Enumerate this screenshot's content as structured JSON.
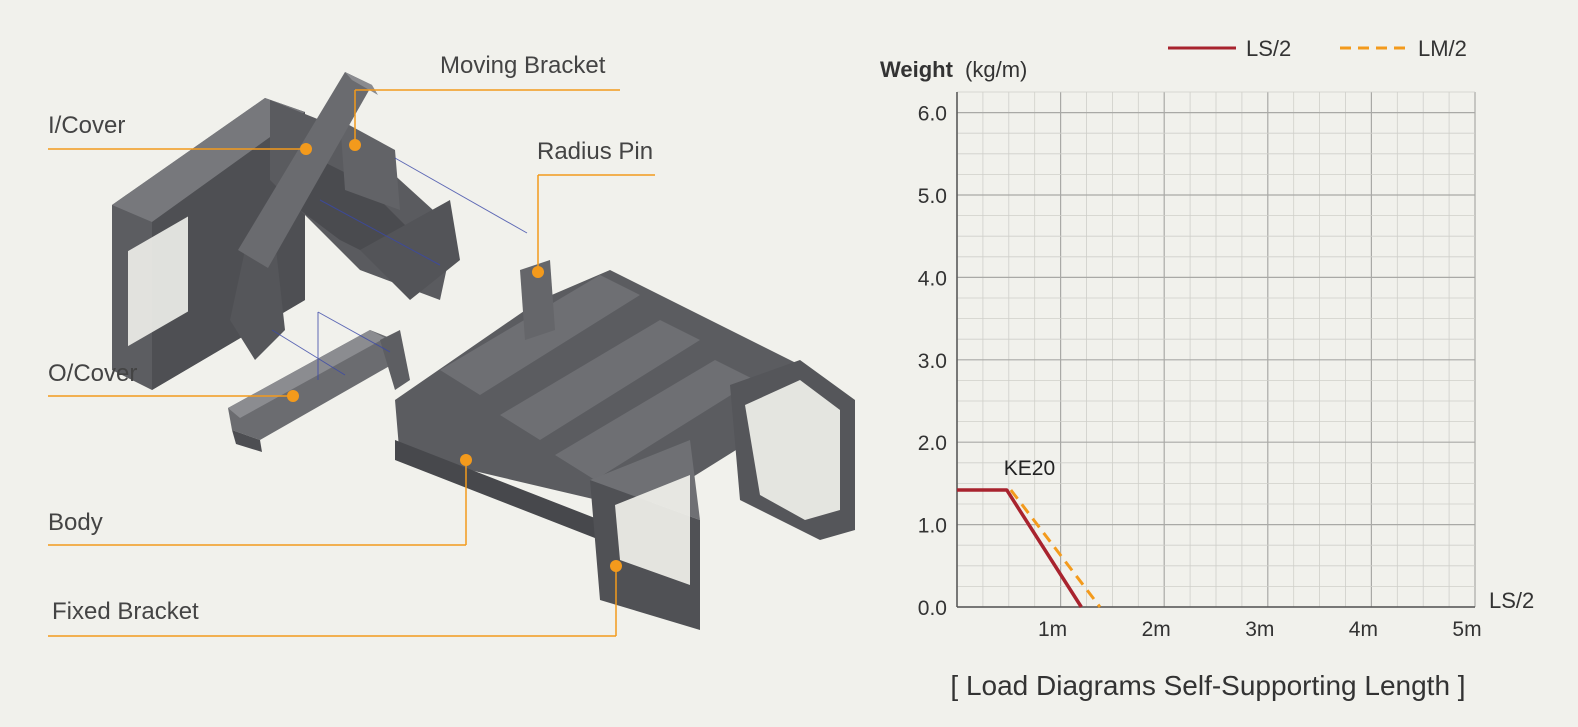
{
  "diagram": {
    "callouts": [
      {
        "id": "moving-bracket",
        "label": "Moving Bracket"
      },
      {
        "id": "i-cover",
        "label": "I/Cover"
      },
      {
        "id": "radius-pin",
        "label": "Radius Pin"
      },
      {
        "id": "o-cover",
        "label": "O/Cover"
      },
      {
        "id": "body",
        "label": "Body"
      },
      {
        "id": "fixed-bracket",
        "label": "Fixed Bracket"
      }
    ]
  },
  "colors": {
    "accent": "#f39a1c",
    "ls2": "#a8232e",
    "lm2": "#f39a1c",
    "part": "#5f6064",
    "grid_major": "#a9a9a6",
    "grid_minor": "#cfcfca",
    "background": "#f1f1ec"
  },
  "chart_data": {
    "type": "line",
    "ylabel_bold": "Weight",
    "ylabel_unit": "(kg/m)",
    "xlabel": "LS/2",
    "ylim": [
      0,
      6.25
    ],
    "xlim": [
      0,
      5
    ],
    "y_ticks": [
      {
        "value": 0,
        "label": "0.0"
      },
      {
        "value": 1,
        "label": "1.0"
      },
      {
        "value": 2,
        "label": "2.0"
      },
      {
        "value": 3,
        "label": "3.0"
      },
      {
        "value": 4,
        "label": "4.0"
      },
      {
        "value": 5,
        "label": "5.0"
      },
      {
        "value": 6,
        "label": "6.0"
      }
    ],
    "x_ticks": [
      {
        "value": 1,
        "label": "1m"
      },
      {
        "value": 2,
        "label": "2m"
      },
      {
        "value": 3,
        "label": "3m"
      },
      {
        "value": 4,
        "label": "4m"
      },
      {
        "value": 5,
        "label": "5m"
      }
    ],
    "grid": true,
    "legend_position": "top-right",
    "series": [
      {
        "name": "LS/2",
        "style": "solid",
        "x": [
          0,
          0.48,
          1.2
        ],
        "y": [
          1.42,
          1.42,
          0
        ]
      },
      {
        "name": "LM/2",
        "style": "dashed",
        "x": [
          0.52,
          1.38
        ],
        "y": [
          1.42,
          0
        ]
      }
    ],
    "annotation": {
      "text": "KE20",
      "x": 0.5,
      "y": 1.6
    },
    "caption": "[ Load Diagrams Self-Supporting Length ]"
  }
}
